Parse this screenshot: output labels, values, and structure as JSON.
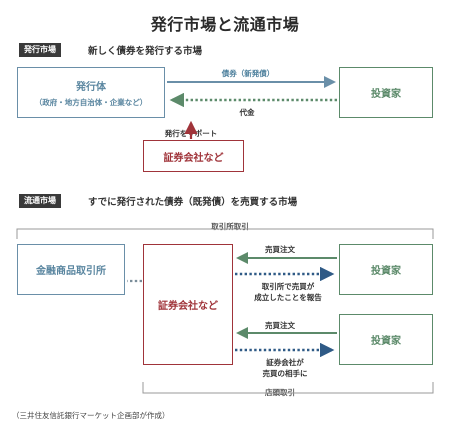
{
  "title": "発行市場と流通市場",
  "primary": {
    "badge": "発行市場",
    "description": "新しく債券を発行する市場",
    "issuer": {
      "name": "発行体",
      "examples": "（政府・地方自治体・企業など）"
    },
    "investor": "投資家",
    "bond_label": "債券（新発債）",
    "money_label": "代金",
    "support_label": "発行をサポート",
    "securities": "証券会社など"
  },
  "secondary": {
    "badge": "流通市場",
    "description": "すでに発行された債券（既発債）を売買する市場",
    "exchange_trading": "取引所取引",
    "otc_trading": "店頭取引",
    "exchange": "金融商品取引所",
    "securities": "証券会社など",
    "investor_top": "投資家",
    "investor_bottom": "投資家",
    "order_top": "売買注文",
    "report_line1": "取引所で売買が",
    "report_line2": "成立したことを報告",
    "order_bottom": "売買注文",
    "counter_line1": "証券会社が",
    "counter_line2": "売買の相手に"
  },
  "colors": {
    "green": "#5c8a6a",
    "blue": "#6a8fa8",
    "red": "#a0343a",
    "navy": "#2f5a86"
  },
  "source": "（三井住友信託銀行マーケット企画部が作成）"
}
